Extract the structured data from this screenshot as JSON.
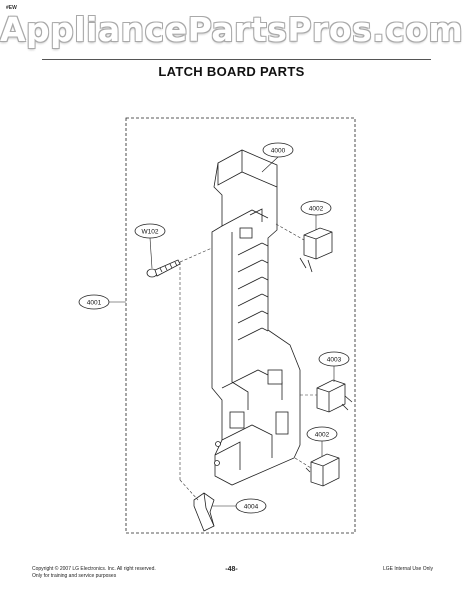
{
  "page_tag": "#EW",
  "watermark": "AppliancePartsPros.com",
  "title": "LATCH BOARD PARTS",
  "parts": {
    "p4000": "4000",
    "p4002_top": "4002",
    "pW102": "W102",
    "p4001": "4001",
    "p4003": "4003",
    "p4002_bottom": "4002",
    "p4004": "4004"
  },
  "footer": {
    "copyright": "Copyright © 2007 LG Electronics. Inc. All right reserved.",
    "usage": "Only for training and service purposes",
    "page_number": "-48-",
    "internal": "LGE Internal Use Only"
  }
}
